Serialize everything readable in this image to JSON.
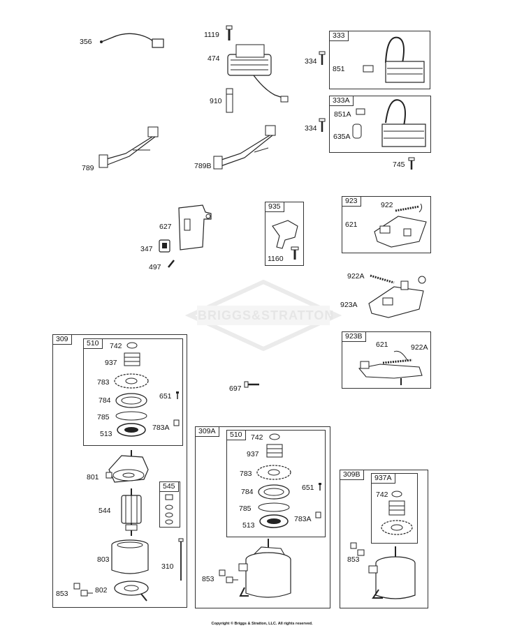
{
  "watermark": {
    "brand": "BRIGGS&STRATTON"
  },
  "copyright": "Copyright © Briggs & Stratton, LLC. All rights reserved.",
  "callouts": {
    "p356": "356",
    "p1119": "1119",
    "p474": "474",
    "p910": "910",
    "p334a": "334",
    "p851": "851",
    "p334b": "334",
    "p851A": "851A",
    "p635A": "635A",
    "p789": "789",
    "p789B": "789B",
    "p745": "745",
    "p627": "627",
    "p347": "347",
    "p497": "497",
    "p1160": "1160",
    "p922": "922",
    "p621a": "621",
    "p922A": "922A",
    "p923A": "923A",
    "p621b": "621",
    "p922Ab": "922A",
    "p697": "697",
    "s309": {
      "p742": "742",
      "p937": "937",
      "p783": "783",
      "p651": "651",
      "p784": "784",
      "p785": "785",
      "p783A": "783A",
      "p513": "513",
      "p801": "801",
      "p544": "544",
      "p803": "803",
      "p310": "310",
      "p853": "853",
      "p802": "802"
    },
    "s309A": {
      "p742": "742",
      "p937": "937",
      "p783": "783",
      "p651": "651",
      "p784": "784",
      "p785": "785",
      "p783A": "783A",
      "p513": "513",
      "p853": "853"
    },
    "s309B": {
      "p742": "742",
      "p853": "853"
    }
  },
  "boxes": {
    "b333": "333",
    "b333A": "333A",
    "b935": "935",
    "b923": "923",
    "b923B": "923B",
    "b309": "309",
    "b510a": "510",
    "b545": "545",
    "b309A": "309A",
    "b510b": "510",
    "b309B": "309B",
    "b937A": "937A"
  }
}
